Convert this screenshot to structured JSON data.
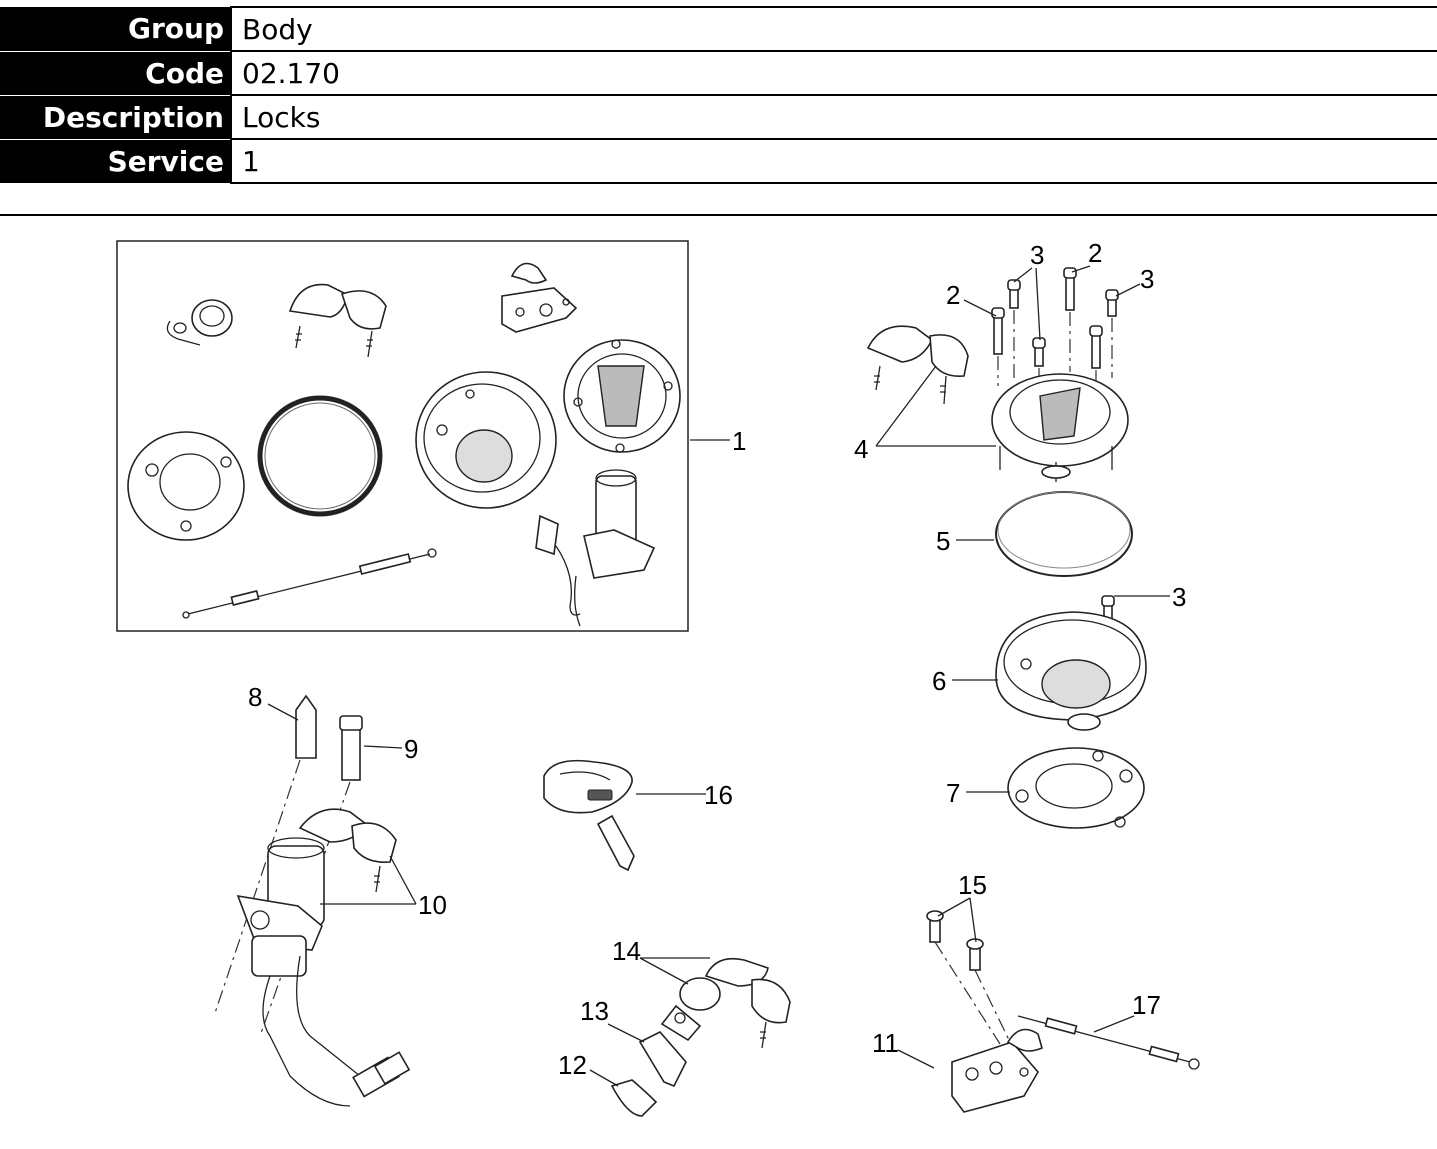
{
  "header": {
    "rows": [
      {
        "key": "Group",
        "value": "Body"
      },
      {
        "key": "Code",
        "value": "02.170"
      },
      {
        "key": "Description",
        "value": "Locks"
      },
      {
        "key": "Service",
        "value": "1"
      }
    ]
  },
  "diagram": {
    "labels": {
      "p1": "1",
      "p2a": "2",
      "p2b": "2",
      "p3a": "3",
      "p3b": "3",
      "p3c": "3",
      "p4": "4",
      "p5": "5",
      "p6": "6",
      "p7": "7",
      "p8": "8",
      "p9": "9",
      "p10": "10",
      "p11": "11",
      "p12": "12",
      "p13": "13",
      "p14": "14",
      "p15": "15",
      "p16": "16",
      "p17": "17"
    }
  }
}
